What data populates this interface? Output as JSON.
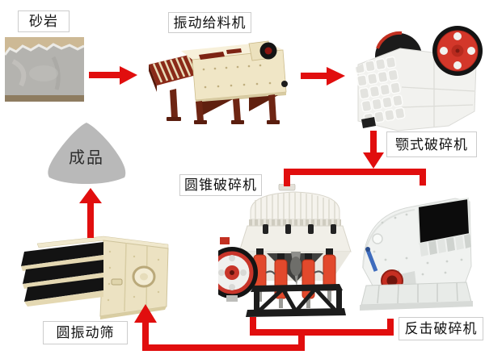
{
  "colors": {
    "arrow": "#e10e0e",
    "label-border": "#cccccc",
    "label-bg": "#ffffff",
    "label-text": "#111111",
    "pile": "#b9b9b9",
    "canvas-bg": "#ffffff"
  },
  "labels": {
    "material": "砂岩",
    "feeder": "振动给料机",
    "jaw_crusher": "颚式破碎机",
    "cone_crusher": "圆锥破碎机",
    "impact_crusher": "反击破碎机",
    "vibrating_screen": "圆振动筛",
    "product": "成品"
  },
  "flow": [
    {
      "from": "砂岩",
      "to": "振动给料机"
    },
    {
      "from": "振动给料机",
      "to": "颚式破碎机"
    },
    {
      "from": "颚式破碎机",
      "to": "圆锥破碎机"
    },
    {
      "from": "颚式破碎机",
      "to": "反击破碎机"
    },
    {
      "from": "圆锥破碎机",
      "to": "圆振动筛"
    },
    {
      "from": "反击破碎机",
      "to": "圆振动筛"
    },
    {
      "from": "圆振动筛",
      "to": "成品"
    }
  ]
}
